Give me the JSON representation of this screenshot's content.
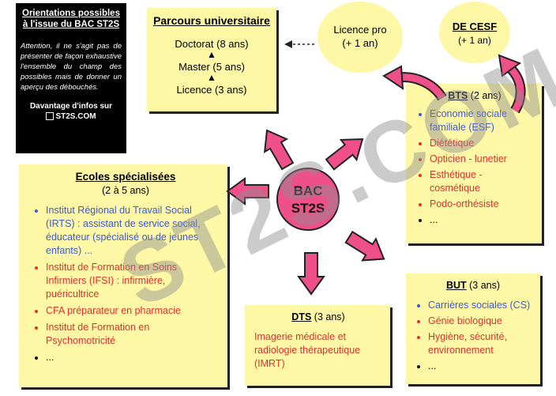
{
  "info_box": {
    "title_line1": "Orientations possibles",
    "title_line2": "à l'issue du BAC ST2S",
    "note": "Attention, il ne s'agit pas de présenter de façon exhaustive l'ensemble du champ des possibles mais de donner un aperçu des débouchés.",
    "more_info": "Davantage d'infos sur",
    "site": "ST2S.COM"
  },
  "parcours": {
    "title": "Parcours universitaire",
    "doctorat": "Doctorat (8 ans)",
    "master": "Master (5 ans)",
    "licence": "Licence (3 ans)"
  },
  "licence_pro": {
    "line1": "Licence pro",
    "line2": "(+ 1 an)"
  },
  "cesf": {
    "title": "DE CESF",
    "duration": "(+ 1 an)"
  },
  "center": {
    "line1": "BAC",
    "line2": "ST2S"
  },
  "bts": {
    "title": "BTS",
    "duration": "(2 ans)",
    "items": [
      {
        "text": "Economie sociale familiale (ESF)",
        "color": "blue"
      },
      {
        "text": "Diététique",
        "color": "red"
      },
      {
        "text": "Opticien - lunetier",
        "color": "red"
      },
      {
        "text": "Esthétique - cosmétique",
        "color": "red"
      },
      {
        "text": "Podo-orthésiste",
        "color": "red"
      },
      {
        "text": "...",
        "color": "black"
      }
    ]
  },
  "ecoles": {
    "title": "Ecoles spécialisées",
    "duration": "(2 à 5 ans)",
    "items": [
      {
        "text": "Institut Régional du Travail Social (IRTS) : assistant de service social, éducateur (spécialisé ou de jeunes enfants) ...",
        "color": "blue"
      },
      {
        "text": "Institut de Formation en Soins Infirmiers (IFSI) : infirmière, puéricultrice",
        "color": "red"
      },
      {
        "text": "CFA préparateur en pharmacie",
        "color": "red"
      },
      {
        "text": "Institut de Formation en Psychomotricité",
        "color": "red"
      },
      {
        "text": "...",
        "color": "black"
      }
    ]
  },
  "dts": {
    "title": "DTS",
    "duration": "(3 ans)",
    "body": "Imagerie médicale et radiologie thérapeutique (IMRT)"
  },
  "but": {
    "title": "BUT",
    "duration": "(3 ans)",
    "items": [
      {
        "text": "Carrières sociales (CS)",
        "color": "blue"
      },
      {
        "text": "Génie biologique",
        "color": "red"
      },
      {
        "text": "Hygiène, sécurité, environnement",
        "color": "red"
      },
      {
        "text": "...",
        "color": "black"
      }
    ]
  },
  "watermark": "ST2S.COM",
  "colors": {
    "yellow": "#fdf7a6",
    "pink": "#f0508a",
    "blue": "#3b5bdb",
    "red": "#e03131"
  }
}
